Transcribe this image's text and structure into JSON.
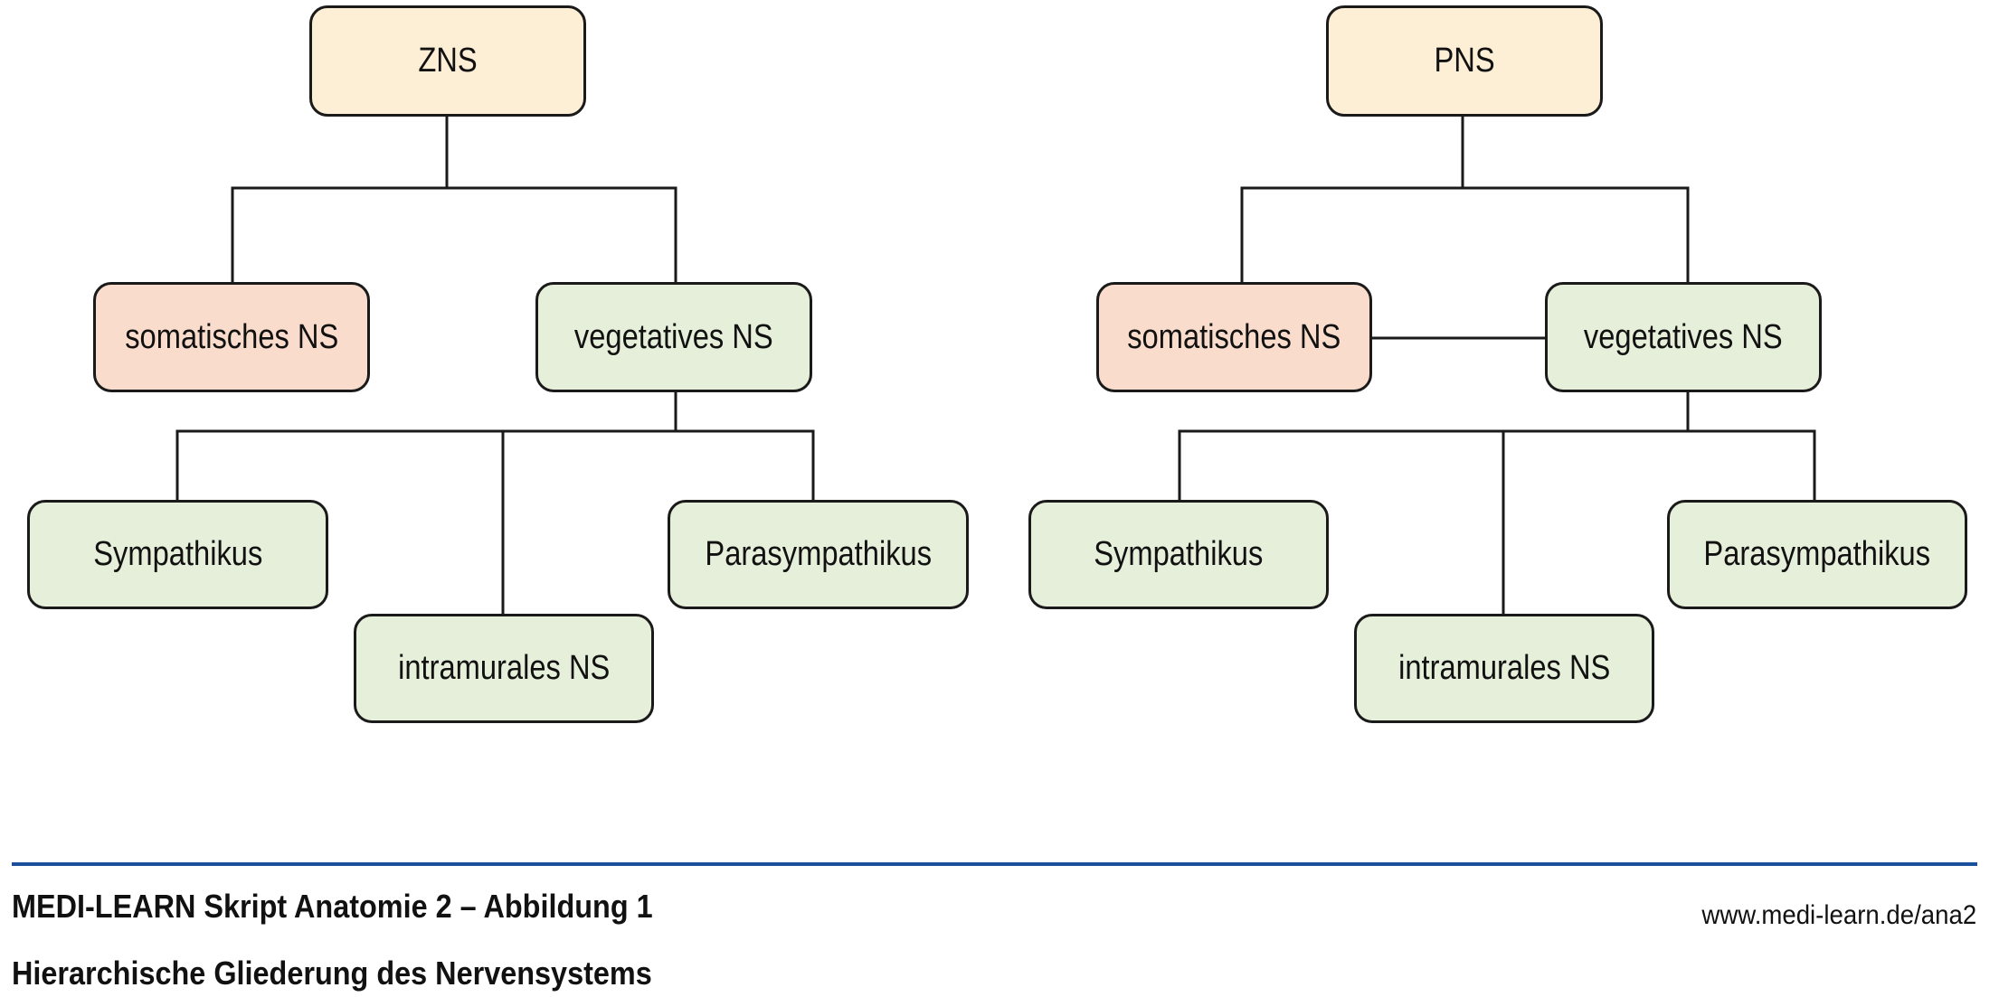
{
  "diagram": {
    "title": "Hierarchische Gliederung des Nervensystems",
    "trees": [
      {
        "id": "zns",
        "root": {
          "label": "ZNS"
        },
        "level1": [
          {
            "label": "somatisches NS",
            "type": "somatic"
          },
          {
            "label": "vegetatives NS",
            "type": "vegetative"
          }
        ],
        "level2": [
          {
            "label": "Sympathikus"
          },
          {
            "label": "intramurales NS"
          },
          {
            "label": "Parasympathikus"
          }
        ],
        "somatic_vegetative_link": false
      },
      {
        "id": "pns",
        "root": {
          "label": "PNS"
        },
        "level1": [
          {
            "label": "somatisches NS",
            "type": "somatic"
          },
          {
            "label": "vegetatives NS",
            "type": "vegetative"
          }
        ],
        "level2": [
          {
            "label": "Sympathikus"
          },
          {
            "label": "intramurales NS"
          },
          {
            "label": "Parasympathikus"
          }
        ],
        "somatic_vegetative_link": true
      }
    ],
    "colors": {
      "root_fill": "#fdeed6",
      "somatic_fill": "#f9dccb",
      "vegetative_fill": "#e6efd9",
      "accent_rule": "#1a4f9c"
    }
  },
  "footer": {
    "caption_line1": "MEDI-LEARN Skript Anatomie 2 – Abbildung 1",
    "caption_line2": "Hierarchische Gliederung des Nervensystems",
    "url": "www.medi-learn.de/ana2"
  }
}
